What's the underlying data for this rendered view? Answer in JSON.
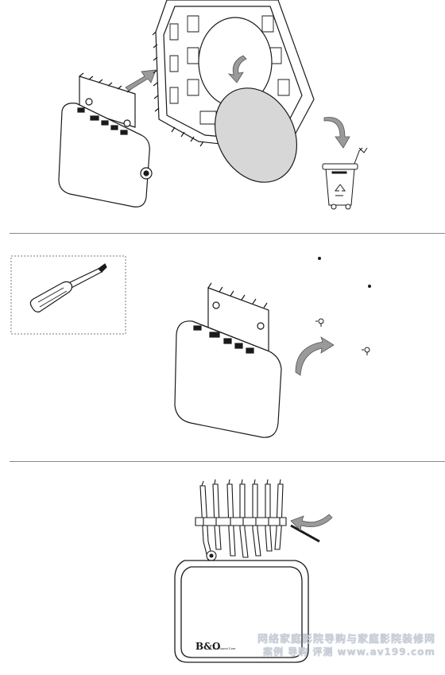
{
  "steps": [
    {
      "id": "remove-backplate-and-discard"
    },
    {
      "id": "screw-unit-to-bracket"
    },
    {
      "id": "connect-cables"
    }
  ],
  "device": {
    "brand_logo": "B&O",
    "brand_subtitle": "BeoSound Core"
  },
  "icons": {
    "step1": [
      "arrow-right-icon",
      "arrow-down-icon",
      "recycle-bin-icon"
    ],
    "step2": [
      "screwdriver-icon",
      "screw-icon",
      "curved-arrow-icon"
    ],
    "step3": [
      "cable-tie-icon",
      "curved-arrow-icon"
    ]
  },
  "watermark": {
    "line1": "网络家庭影院导购与家庭影院装修网",
    "line2": "案例 导购 评测 www.av199.com"
  },
  "colors": {
    "line": "#1a1a1a",
    "disc_fill": "#d7d7d7",
    "arrow_fill": "#9a9a9a",
    "divider": "#8a8a8a"
  }
}
